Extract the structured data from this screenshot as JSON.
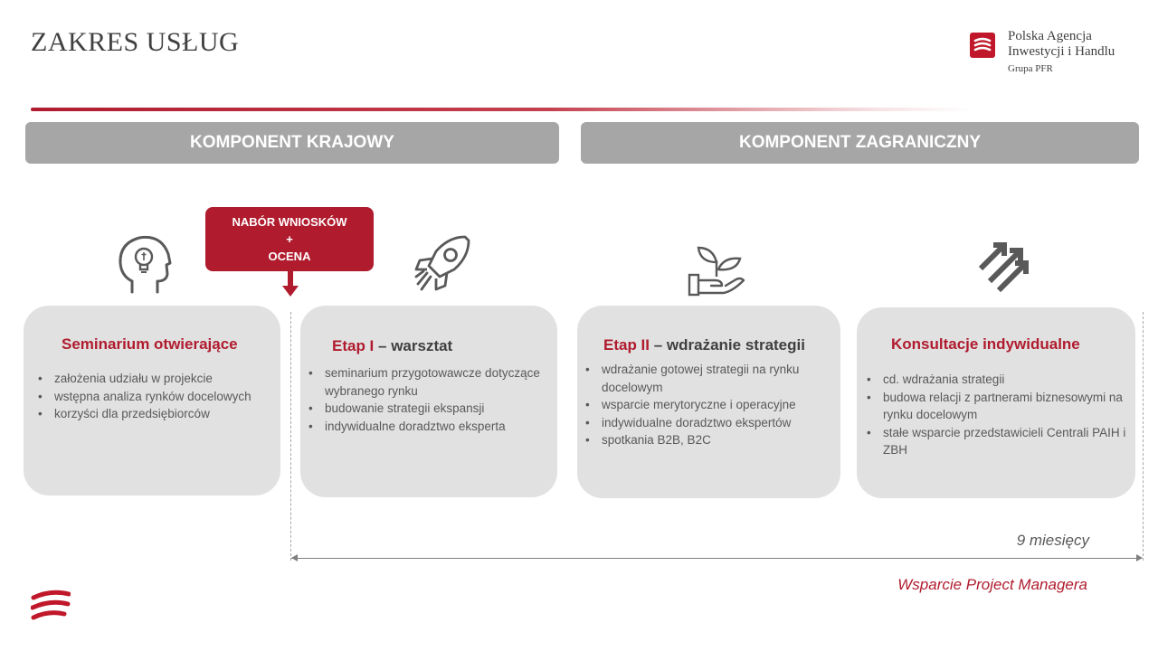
{
  "header": {
    "title": "ZAKRES USŁUG"
  },
  "logo": {
    "line1": "Polska Agencja",
    "line2": "Inwestycji i Handlu",
    "sub": "Grupa PFR",
    "brand_color": "#c0182a"
  },
  "banners": {
    "domestic": "KOMPONENT KRAJOWY",
    "foreign": "KOMPONENT ZAGRANICZNY"
  },
  "callout": {
    "line1": "NABÓR WNIOSKÓW",
    "line2": "+",
    "line3": "OCENA"
  },
  "icons": [
    "head-lightbulb-icon",
    "rocket-icon",
    "hand-plant-icon",
    "arrows-growth-icon",
    "brand-stripes-icon"
  ],
  "cards": [
    {
      "title_main": "Seminarium  otwierające",
      "items": [
        "założenia udziału w projekcie",
        "wstępna analiza rynków docelowych",
        "korzyści  dla przedsiębiorców"
      ]
    },
    {
      "title_prefix": "Etap I",
      "title_suffix": " – warsztat",
      "items": [
        "seminarium  przygotowawcze dotyczące wybranego rynku",
        "budowanie strategii ekspansji",
        "indywidualne doradztwo  eksperta"
      ]
    },
    {
      "title_prefix": "Etap II",
      "title_suffix": " – wdrażanie strategii",
      "items": [
        "wdrażanie gotowej strategii na rynku docelowym",
        "wsparcie merytoryczne  i operacyjne",
        "indywidualne doradztwo ekspertów",
        "spotkania B2B, B2C"
      ]
    },
    {
      "title_main": "Konsultacje  indywidualne",
      "items": [
        "cd. wdrażania strategii",
        "budowa relacji z partnerami biznesowymi na rynku docelowym",
        "stałe wsparcie przedstawicieli Centrali PAIH i ZBH"
      ]
    }
  ],
  "timeline": {
    "duration": "9 miesięcy"
  },
  "footer": {
    "note": "Wsparcie Project Managera"
  },
  "colors": {
    "accent": "#b01c2e",
    "banner": "#a6a6a6",
    "card": "#e1e1e1",
    "text": "#595959"
  }
}
